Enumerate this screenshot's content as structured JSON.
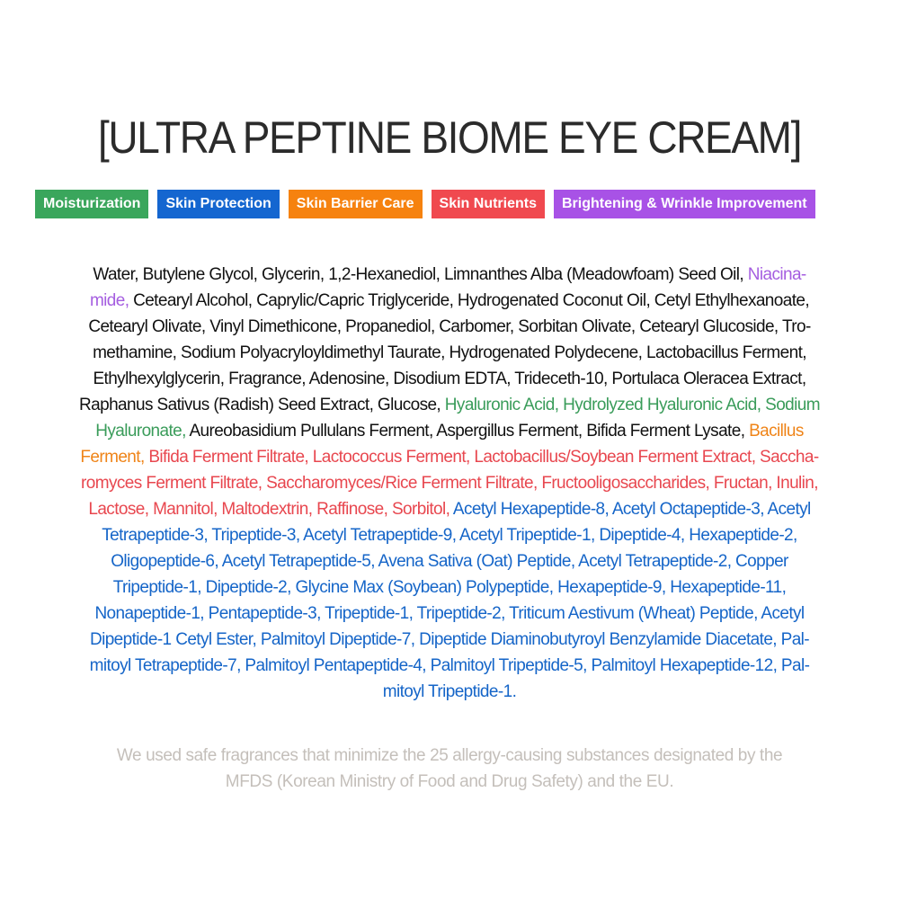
{
  "title": "[ULTRA PEPTINE BIOME EYE CREAM]",
  "tags": [
    {
      "label": "Moisturization",
      "color": "#3aa65c"
    },
    {
      "label": "Skin Protection",
      "color": "#1466d0"
    },
    {
      "label": "Skin Barrier Care",
      "color": "#f6820f"
    },
    {
      "label": "Skin Nutrients",
      "color": "#f0494f"
    },
    {
      "label": "Brightening & Wrinkle Improvement",
      "color": "#a852e6"
    }
  ],
  "category_colors": {
    "base": "#111111",
    "brightening": "#a55ee0",
    "moisturization": "#3a9c5a",
    "barrier": "#ef8418",
    "nutrients": "#e8474f",
    "protection": "#1565c8"
  },
  "ingredients": {
    "lines": [
      [
        {
          "text": "Water, Butylene Glycol, Glycerin, 1,2-Hexanediol, Limnanthes Alba (Meadowfoam) Seed Oil, ",
          "cat": "black"
        },
        {
          "text": "Niacina-",
          "cat": "purple"
        }
      ],
      [
        {
          "text": "mide, ",
          "cat": "purple"
        },
        {
          "text": "Cetearyl Alcohol, Caprylic/Capric Triglyceride, Hydrogenated Coconut Oil, Cetyl Ethylhexanoate,",
          "cat": "black"
        }
      ],
      [
        {
          "text": "Cetearyl Olivate, Vinyl Dimethicone, Propanediol, Carbomer, Sorbitan Olivate, Cetearyl Glucoside, Tro-",
          "cat": "black"
        }
      ],
      [
        {
          "text": "methamine, Sodium Polyacryloyldimethyl Taurate, Hydrogenated Polydecene, Lactobacillus Ferment,",
          "cat": "black"
        }
      ],
      [
        {
          "text": "Ethylhexylglycerin, Fragrance, Adenosine, Disodium EDTA, Trideceth-10, Portulaca Oleracea Extract,",
          "cat": "black"
        }
      ],
      [
        {
          "text": "Raphanus Sativus (Radish) Seed Extract, Glucose, ",
          "cat": "black"
        },
        {
          "text": "Hyaluronic Acid, Hydrolyzed Hyaluronic Acid, Sodium",
          "cat": "green"
        }
      ],
      [
        {
          "text": "Hyaluronate, ",
          "cat": "green"
        },
        {
          "text": "Aureobasidium Pullulans Ferment, Aspergillus Ferment, Bifida Ferment Lysate, ",
          "cat": "black"
        },
        {
          "text": "Bacillus",
          "cat": "orange"
        }
      ],
      [
        {
          "text": "Ferment, ",
          "cat": "orange"
        },
        {
          "text": "Bifida Ferment Filtrate, Lactococcus Ferment, Lactobacillus/Soybean Ferment Extract, Saccha-",
          "cat": "red"
        }
      ],
      [
        {
          "text": "romyces Ferment Filtrate, Saccharomyces/Rice Ferment Filtrate, Fructooligosaccharides, Fructan, Inulin,",
          "cat": "red"
        }
      ],
      [
        {
          "text": "Lactose, Mannitol, Maltodextrin, Raffinose, Sorbitol, ",
          "cat": "red"
        },
        {
          "text": "Acetyl Hexapeptide-8, Acetyl Octapeptide-3, Acetyl",
          "cat": "blue"
        }
      ],
      [
        {
          "text": "Tetrapeptide-3, Tripeptide-3, Acetyl Tetrapeptide-9, Acetyl Tripeptide-1, Dipeptide-4, Hexapeptide-2,",
          "cat": "blue"
        }
      ],
      [
        {
          "text": "Oligopeptide-6, Acetyl Tetrapeptide-5, Avena Sativa (Oat) Peptide, Acetyl Tetrapeptide-2, Copper",
          "cat": "blue"
        }
      ],
      [
        {
          "text": "Tripeptide-1, Dipeptide-2, Glycine Max (Soybean) Polypeptide, Hexapeptide-9, Hexapeptide-11,",
          "cat": "blue"
        }
      ],
      [
        {
          "text": "Nonapeptide-1, Pentapeptide-3, Tripeptide-1, Tripeptide-2, Triticum Aestivum (Wheat) Peptide, Acetyl",
          "cat": "blue"
        }
      ],
      [
        {
          "text": "Dipeptide-1 Cetyl Ester, Palmitoyl Dipeptide-7, Dipeptide Diaminobutyroyl Benzylamide Diacetate, Pal-",
          "cat": "blue"
        }
      ],
      [
        {
          "text": "mitoyl Tetrapeptide-7, Palmitoyl Pentapeptide-4, Palmitoyl Tripeptide-5, Palmitoyl Hexapeptide-12, Pal-",
          "cat": "blue"
        }
      ],
      [
        {
          "text": "mitoyl Tripeptide-1.",
          "cat": "blue"
        }
      ]
    ]
  },
  "note": {
    "line1": "We used safe fragrances that minimize the 25 allergy-causing substances designated by the",
    "line2": "MFDS (Korean Ministry of Food and Drug Safety) and the EU."
  }
}
